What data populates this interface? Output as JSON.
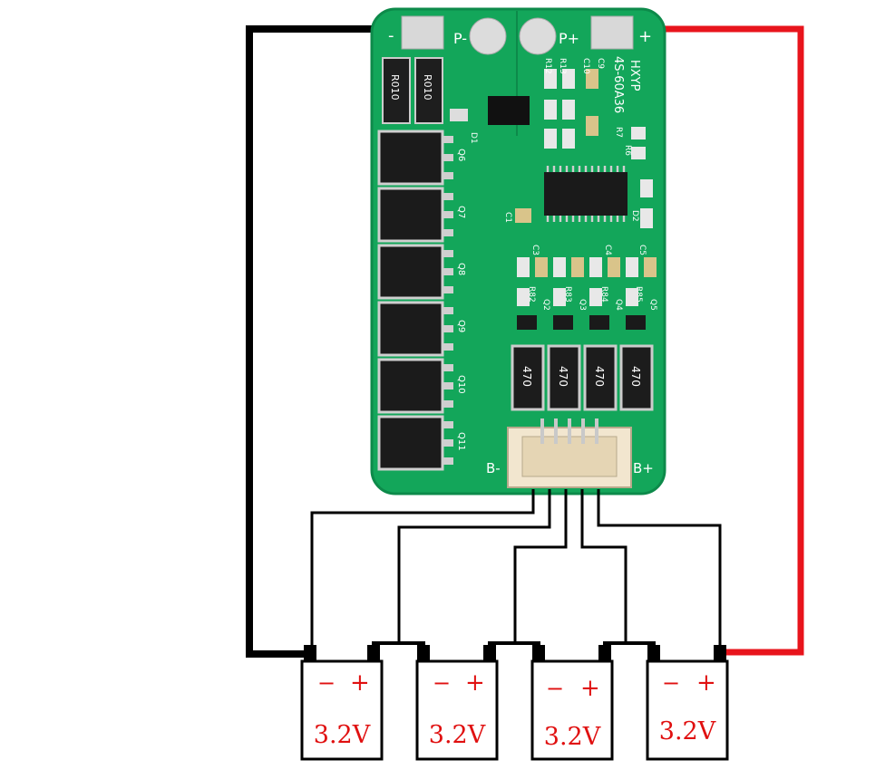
{
  "board": {
    "model": "HXYP",
    "part": "4S-60A36",
    "pads": {
      "neg": "-",
      "p_neg": "P-",
      "p_pos": "P+",
      "pos": "+"
    },
    "battery_labels": {
      "b_neg": "B-",
      "b_pos": "B+"
    },
    "shunts": [
      "R010",
      "R010"
    ],
    "mosfets": [
      "Q6",
      "Q7",
      "Q8",
      "Q9",
      "Q10",
      "Q11"
    ],
    "balance_resistors": [
      "470",
      "470",
      "470",
      "470"
    ],
    "component_labels": [
      "R13",
      "R12",
      "C10",
      "C9",
      "R7",
      "R6",
      "D1",
      "D2",
      "C1",
      "C3",
      "C4",
      "C5",
      "R82",
      "R83",
      "R84",
      "R85",
      "Q2",
      "Q3",
      "Q4",
      "Q5"
    ]
  },
  "cells": [
    {
      "neg": "−",
      "pos": "+",
      "voltage": "3.2V"
    },
    {
      "neg": "−",
      "pos": "+",
      "voltage": "3.2V"
    },
    {
      "neg": "−",
      "pos": "+",
      "voltage": "3.2V"
    },
    {
      "neg": "−",
      "pos": "+",
      "voltage": "3.2V"
    }
  ],
  "colors": {
    "pcb": "#13a65a",
    "pcb_dark": "#0d8a4a",
    "negative_wire": "#000000",
    "positive_wire": "#e8141c",
    "cell_text": "#e01010",
    "component": "#222222",
    "connector": "#f2e6cf"
  }
}
